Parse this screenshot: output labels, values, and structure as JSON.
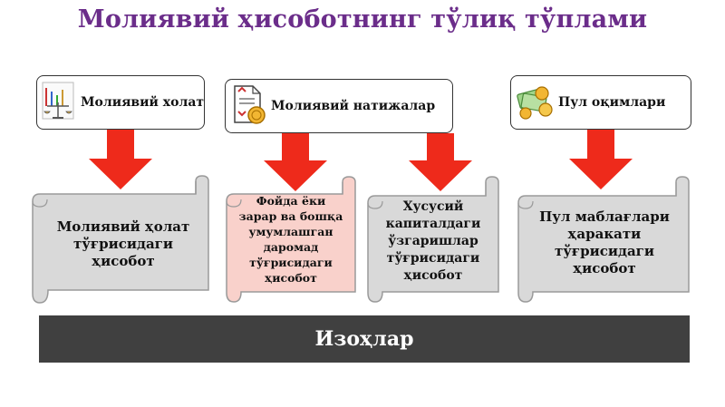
{
  "title": "Молиявий ҳисоботнинг тўлиқ тўплами",
  "categories": [
    {
      "label": "Молиявий холат",
      "icon": "scales-icon"
    },
    {
      "label": "Молиявий натижалар",
      "icon": "document-coin-icon"
    },
    {
      "label": "Пул оқимлари",
      "icon": "money-icon"
    }
  ],
  "reports": [
    {
      "text": "Молиявий ҳолат тўғрисидаги ҳисобот"
    },
    {
      "text": "Фойда ёки зарар ва бошқа умумлашган даромад тўғрисидаги ҳисобот"
    },
    {
      "text": "Хусусий капиталдаги ўзгаришлар тўғрисидаги ҳисобот"
    },
    {
      "text": "Пул маблағлари ҳаракати тўғрисидаги ҳисобот"
    }
  ],
  "notes": "Изоҳлар",
  "colors": {
    "title": "#6b2d8a",
    "arrow": "#ee2a1b",
    "scroll_gray": "#d9d9d9",
    "scroll_pink": "#f9d1cb",
    "notes_bar": "#404040"
  }
}
